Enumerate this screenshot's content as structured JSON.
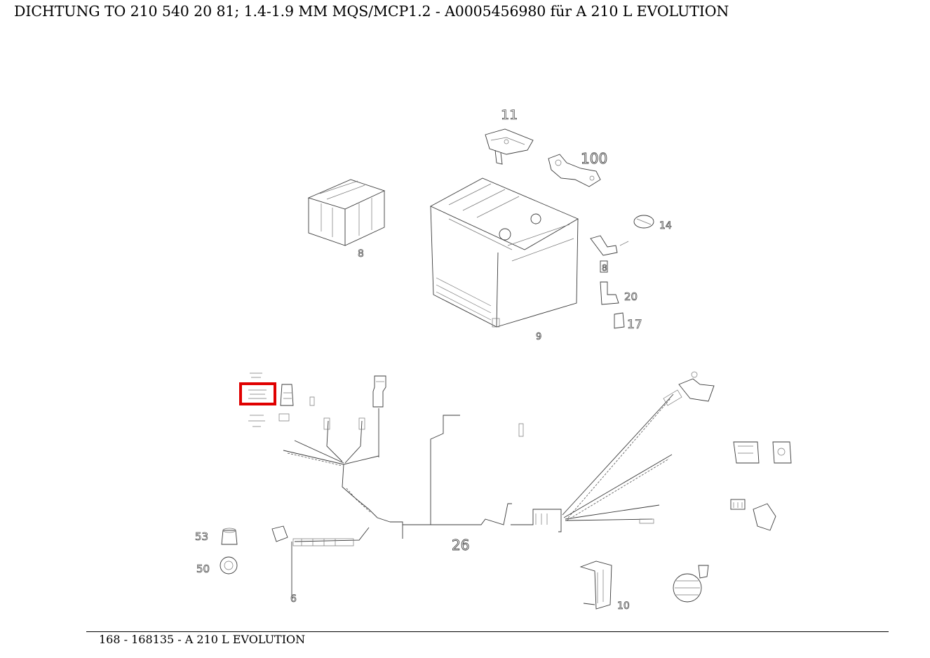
{
  "title": "DICHTUNG TO 210 540 20 81; 1.4-1.9 MM MQS/MCP1.2 - A0005456980 für A 210 L EVOLUTION",
  "footer": "168 - 168135 - A 210 L EVOLUTION",
  "highlight_color": "#e00000",
  "part_labels": {
    "p11": "11",
    "p100": "100",
    "p14": "14",
    "p8_top": "8",
    "p20": "20",
    "p17": "17",
    "p26": "26",
    "p53": "53",
    "p50": "50",
    "p10": "10",
    "p6_bottom": "6"
  }
}
